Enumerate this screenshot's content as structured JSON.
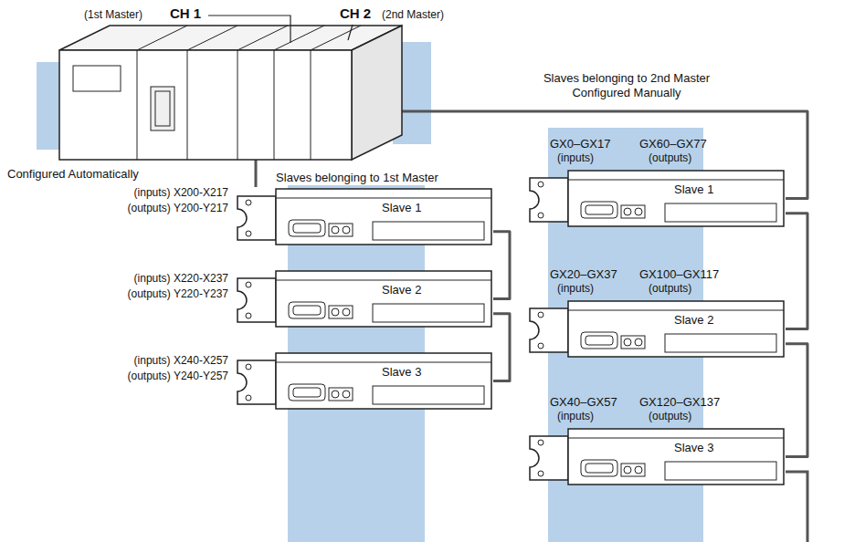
{
  "diagram": {
    "nodes": [
      {
        "text": [
          "(1st Master)",
          "CH 1",
          "CH 2",
          "(2nd Master)"
        ]
      },
      {
        "text": [
          "Slave 1"
        ]
      },
      {
        "text": [
          "Slave 2"
        ]
      },
      {
        "text": [
          "Slave 3"
        ]
      },
      {
        "text": [
          "Slave 1"
        ]
      },
      {
        "text": [
          "Slave 2"
        ]
      },
      {
        "text": [
          "Slave 3"
        ]
      }
    ],
    "edges": [
      {
        "from": 0,
        "to": 1,
        "arrow": "none"
      },
      {
        "from": 1,
        "to": 2,
        "arrow": "none"
      },
      {
        "from": 2,
        "to": 3,
        "arrow": "none"
      },
      {
        "from": 0,
        "to": 4,
        "arrow": "none"
      },
      {
        "from": 4,
        "to": 5,
        "arrow": "none"
      },
      {
        "from": 5,
        "to": 6,
        "arrow": "none"
      }
    ],
    "labels": [
      "Slaves belonging to 2nd Master Configured Manually",
      "Slaves belonging to 1st Master",
      "Configured Automatically",
      "(inputs) X200-X217",
      "(outputs) Y200-Y217",
      "(inputs) X220-X237",
      "(outputs) Y220-Y237",
      "(inputs) X240-X257",
      "(outputs) Y240-Y257",
      "GX0–GX17",
      "(inputs)",
      "GX60–GX77",
      "(outputs)",
      "GX20–GX37",
      "(inputs)",
      "GX100–GX117",
      "(outputs)",
      "GX40–GX57",
      "(inputs)",
      "GX120–GX137",
      "(outputs)"
    ]
  }
}
